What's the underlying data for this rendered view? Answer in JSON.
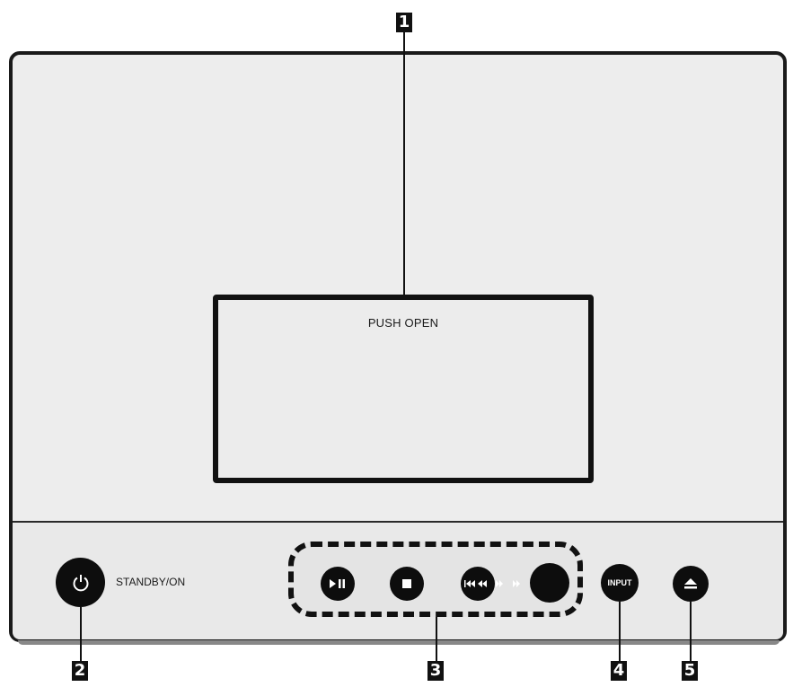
{
  "panel": {
    "door_label": "PUSH OPEN",
    "standby_label": "STANDBY/ON",
    "input_label": "INPUT"
  },
  "callouts": [
    "1",
    "2",
    "3",
    "4",
    "5"
  ],
  "icons": {
    "power": "power-icon",
    "play_pause": "play-pause-icon",
    "stop": "stop-icon",
    "skip": "skip-back-icon",
    "eject": "eject-icon"
  },
  "colors": {
    "body": "#ededed",
    "outline": "#111111",
    "button": "#0d0d0d"
  }
}
